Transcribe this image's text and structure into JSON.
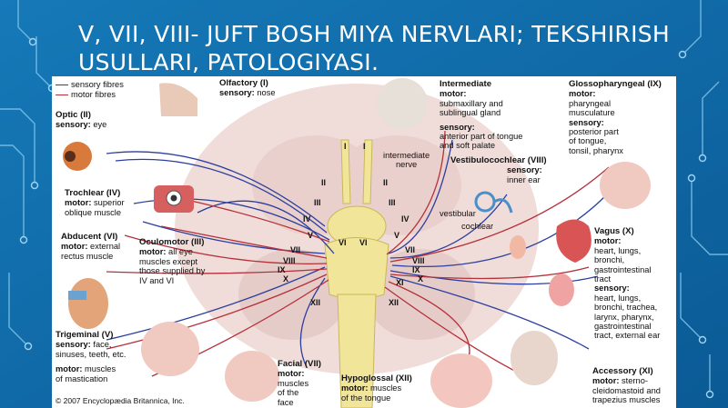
{
  "slide": {
    "title": "V, VII, VIII- JUFT BOSH MIYA NERVLARI; TEKSHIRISH USULLARI, PATOLOGIYASI."
  },
  "colors": {
    "background": "#0f6aa6",
    "sensory_fibre": "#2b3f9e",
    "motor_fibre": "#b5303a",
    "brainstem": "#f1e59a"
  },
  "legend": {
    "sensory": "sensory fibres",
    "motor": "motor fibres"
  },
  "nerves": {
    "olfactory": {
      "name": "Olfactory (I)",
      "sensory_label": "sensory:",
      "sensory": "nose"
    },
    "optic": {
      "name": "Optic (II)",
      "sensory_label": "sensory:",
      "sensory": "eye"
    },
    "trochlear": {
      "name": "Trochlear (IV)",
      "motor_label": "motor:",
      "motor1": "superior",
      "motor2": "oblique muscle"
    },
    "abducent": {
      "name": "Abducent (VI)",
      "motor_label": "motor:",
      "motor1": "external",
      "motor2": "rectus muscle"
    },
    "oculomotor": {
      "name": "Oculomotor (III)",
      "motor_label": "motor:",
      "l1": "all eye",
      "l2": "muscles except",
      "l3": "those supplied by",
      "l4": "IV and VI"
    },
    "trigeminal": {
      "name": "Trigeminal (V)",
      "sensory_label": "sensory:",
      "s1": "face,",
      "s2": "sinuses, teeth, etc.",
      "motor_label": "motor:",
      "m1": "muscles",
      "m2": "of mastication"
    },
    "facial": {
      "name": "Facial (VII)",
      "motor_label": "motor:",
      "l1": "muscles",
      "l2": "of the",
      "l3": "face"
    },
    "intermediate": {
      "name": "Intermediate",
      "motor_label": "motor:",
      "m1": "submaxillary and",
      "m2": "sublingual gland",
      "sensory_label": "sensory:",
      "s1": "anterior part of tongue",
      "s2": "and soft palate"
    },
    "intermediate_nerve": {
      "l1": "intermediate",
      "l2": "nerve"
    },
    "vestibulocochlear": {
      "name": "Vestibulocochlear (VIII)",
      "sensory_label": "sensory:",
      "sensory": "inner ear",
      "vestibular": "vestibular",
      "cochlear": "cochlear"
    },
    "glossopharyngeal": {
      "name": "Glossopharyngeal (IX)",
      "motor_label": "motor:",
      "m1": "pharyngeal",
      "m2": "musculature",
      "sensory_label": "sensory:",
      "s1": "posterior part",
      "s2": "of tongue,",
      "s3": "tonsil, pharynx"
    },
    "vagus": {
      "name": "Vagus (X)",
      "motor_label": "motor:",
      "m1": "heart, lungs,",
      "m2": "bronchi,",
      "m3": "gastrointestinal",
      "m4": "tract",
      "sensory_label": "sensory:",
      "s1": "heart, lungs,",
      "s2": "bronchi, trachea,",
      "s3": "larynx, pharynx,",
      "s4": "gastrointestinal",
      "s5": "tract, external ear"
    },
    "hypoglossal": {
      "name": "Hypoglossal (XII)",
      "motor_label": "motor:",
      "m1": "muscles",
      "m2": "of the tongue"
    },
    "accessory": {
      "name": "Accessory (XI)",
      "motor_label": "motor:",
      "m1": "sterno-",
      "m2": "cleidomastoid and",
      "m3": "trapezius muscles"
    }
  },
  "roman_numerals": {
    "i": "I",
    "ii": "II",
    "iii": "III",
    "iv": "IV",
    "v": "V",
    "vi": "VI",
    "vii": "VII",
    "viii": "VIII",
    "ix": "IX",
    "x": "X",
    "xi": "XI",
    "xii": "XII"
  },
  "credit": "© 2007 Encyclopædia Britannica, Inc."
}
